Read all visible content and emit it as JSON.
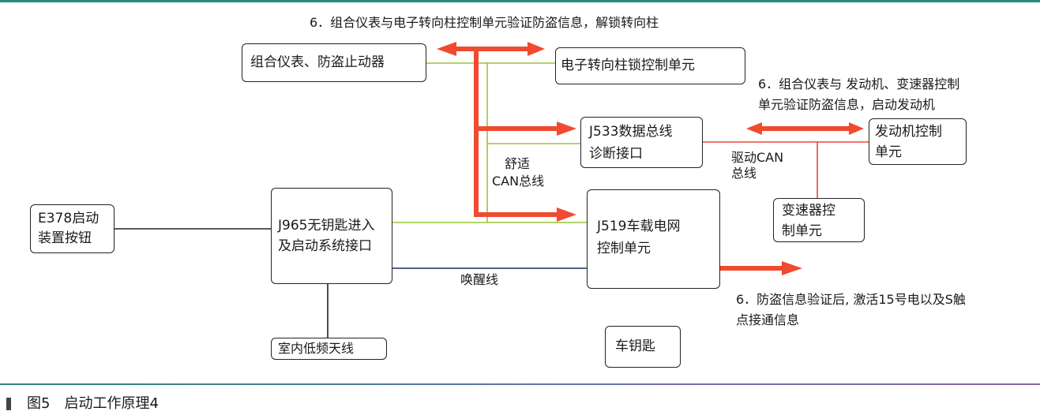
{
  "colors": {
    "arrow": "#f04a30",
    "comfort_can": "#9ac43a",
    "drive_can": "#e8473a",
    "wake_line": "#1f2f6a",
    "wire": "#222222"
  },
  "boxes": {
    "e378": [
      "E378启动",
      "装置按钮"
    ],
    "j965": [
      "J965无钥匙进入",
      "及启动系统接口"
    ],
    "antenna": [
      "室内低频天线"
    ],
    "cluster": [
      "组合仪表、防盗止动器"
    ],
    "steering": [
      "电子转向柱锁控制单元"
    ],
    "j533": [
      "J533数据总线",
      "诊断接口"
    ],
    "j519": [
      "J519车载电网",
      "控制单元"
    ],
    "engine": [
      "发动机控制",
      "单元"
    ],
    "gearbox": [
      "变速器控",
      "制单元"
    ],
    "key": [
      "车钥匙"
    ]
  },
  "labels": {
    "note_top": "6．组合仪表与电子转向柱控制单元验证防盗信息，解锁转向柱",
    "note_right": [
      "6．组合仪表与 发动机、变速器控制",
      "单元验证防盗信息，启动发动机"
    ],
    "note_bottom": [
      "6．防盗信息验证后, 激活15号电以及S触",
      "点接通信息"
    ],
    "comfort_can": [
      "舒适",
      "CAN总线"
    ],
    "drive_can": [
      "驱动CAN",
      "总线"
    ],
    "wake_line": "唤醒线"
  },
  "caption": "图5　启动工作原理4"
}
